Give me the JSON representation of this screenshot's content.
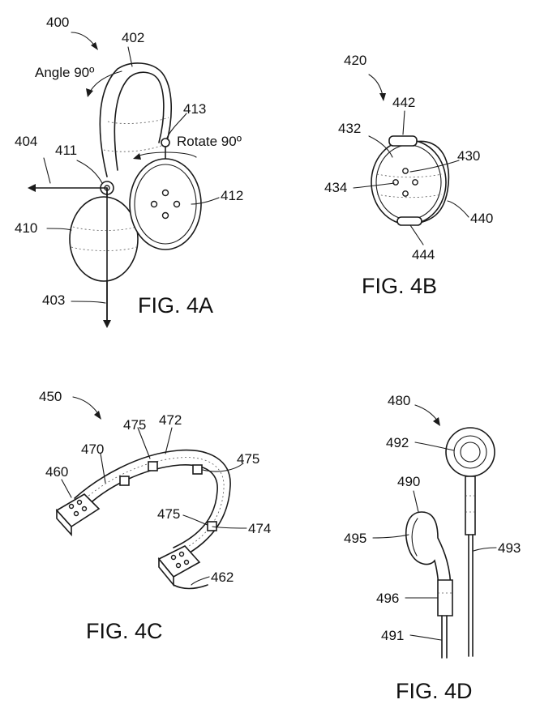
{
  "figures": [
    {
      "caption": "FIG. 4A"
    },
    {
      "caption": "FIG. 4B"
    },
    {
      "caption": "FIG. 4C"
    },
    {
      "caption": "FIG. 4D"
    }
  ],
  "fig4a": {
    "refs": [
      "400",
      "402",
      "413",
      "404",
      "411",
      "412",
      "410",
      "403"
    ],
    "angle_label": "Angle 90º",
    "rotate_label": "Rotate 90º"
  },
  "fig4b": {
    "refs": [
      "420",
      "442",
      "432",
      "430",
      "434",
      "440",
      "444"
    ]
  },
  "fig4c": {
    "refs": [
      "450",
      "475",
      "472",
      "470",
      "475",
      "460",
      "475",
      "474",
      "462"
    ]
  },
  "fig4d": {
    "refs": [
      "480",
      "492",
      "490",
      "495",
      "493",
      "496",
      "491"
    ]
  }
}
